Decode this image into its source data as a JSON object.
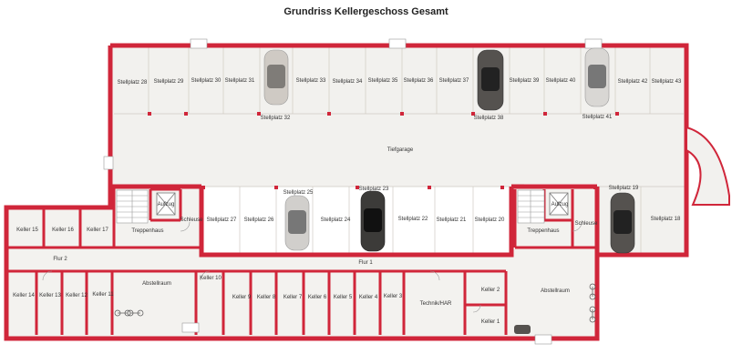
{
  "title": "Grundriss Kellergeschoss Gesamt",
  "colors": {
    "wall": "#d0263a",
    "floor": "#f2f1ee",
    "line": "#cfcac2",
    "room_floor": "#f3f2ef"
  },
  "icons": [
    "car-icon",
    "stairs-icon",
    "elevator-icon",
    "bicycle-icon",
    "window-icon",
    "door-icon"
  ],
  "labels": {
    "garage": "Tiefgarage",
    "stellplatz": [
      "Stellplatz 28",
      "Stellplatz 29",
      "Stellplatz 30",
      "Stellplatz 31",
      "Stellplatz 32",
      "Stellplatz 33",
      "Stellplatz 34",
      "Stellplatz 35",
      "Stellplatz 36",
      "Stellplatz 37",
      "Stellplatz 38",
      "Stellplatz 39",
      "Stellplatz 40",
      "Stellplatz 41",
      "Stellplatz 42",
      "Stellplatz 43",
      "Stellplatz 27",
      "Stellplatz 26",
      "Stellplatz 25",
      "Stellplatz 24",
      "Stellplatz 23",
      "Stellplatz 22",
      "Stellplatz 21",
      "Stellplatz 20",
      "Stellplatz 19",
      "Stellplatz 18"
    ],
    "keller": [
      "Keller 15",
      "Keller 16",
      "Keller 17",
      "Keller 14",
      "Keller 13",
      "Keller 12",
      "Keller 11",
      "Keller 10",
      "Keller 9",
      "Keller 8",
      "Keller 7",
      "Keller 6",
      "Keller 5",
      "Keller 4",
      "Keller 3",
      "Keller 2",
      "Keller 1"
    ],
    "rooms": [
      "Aufzug",
      "Schleuse",
      "Treppenhaus",
      "Flur 2",
      "Abstellraum",
      "Flur 1",
      "Technik/HAR",
      "Abstellraum",
      "Treppenhaus",
      "Aufzug",
      "Schleuse"
    ]
  }
}
